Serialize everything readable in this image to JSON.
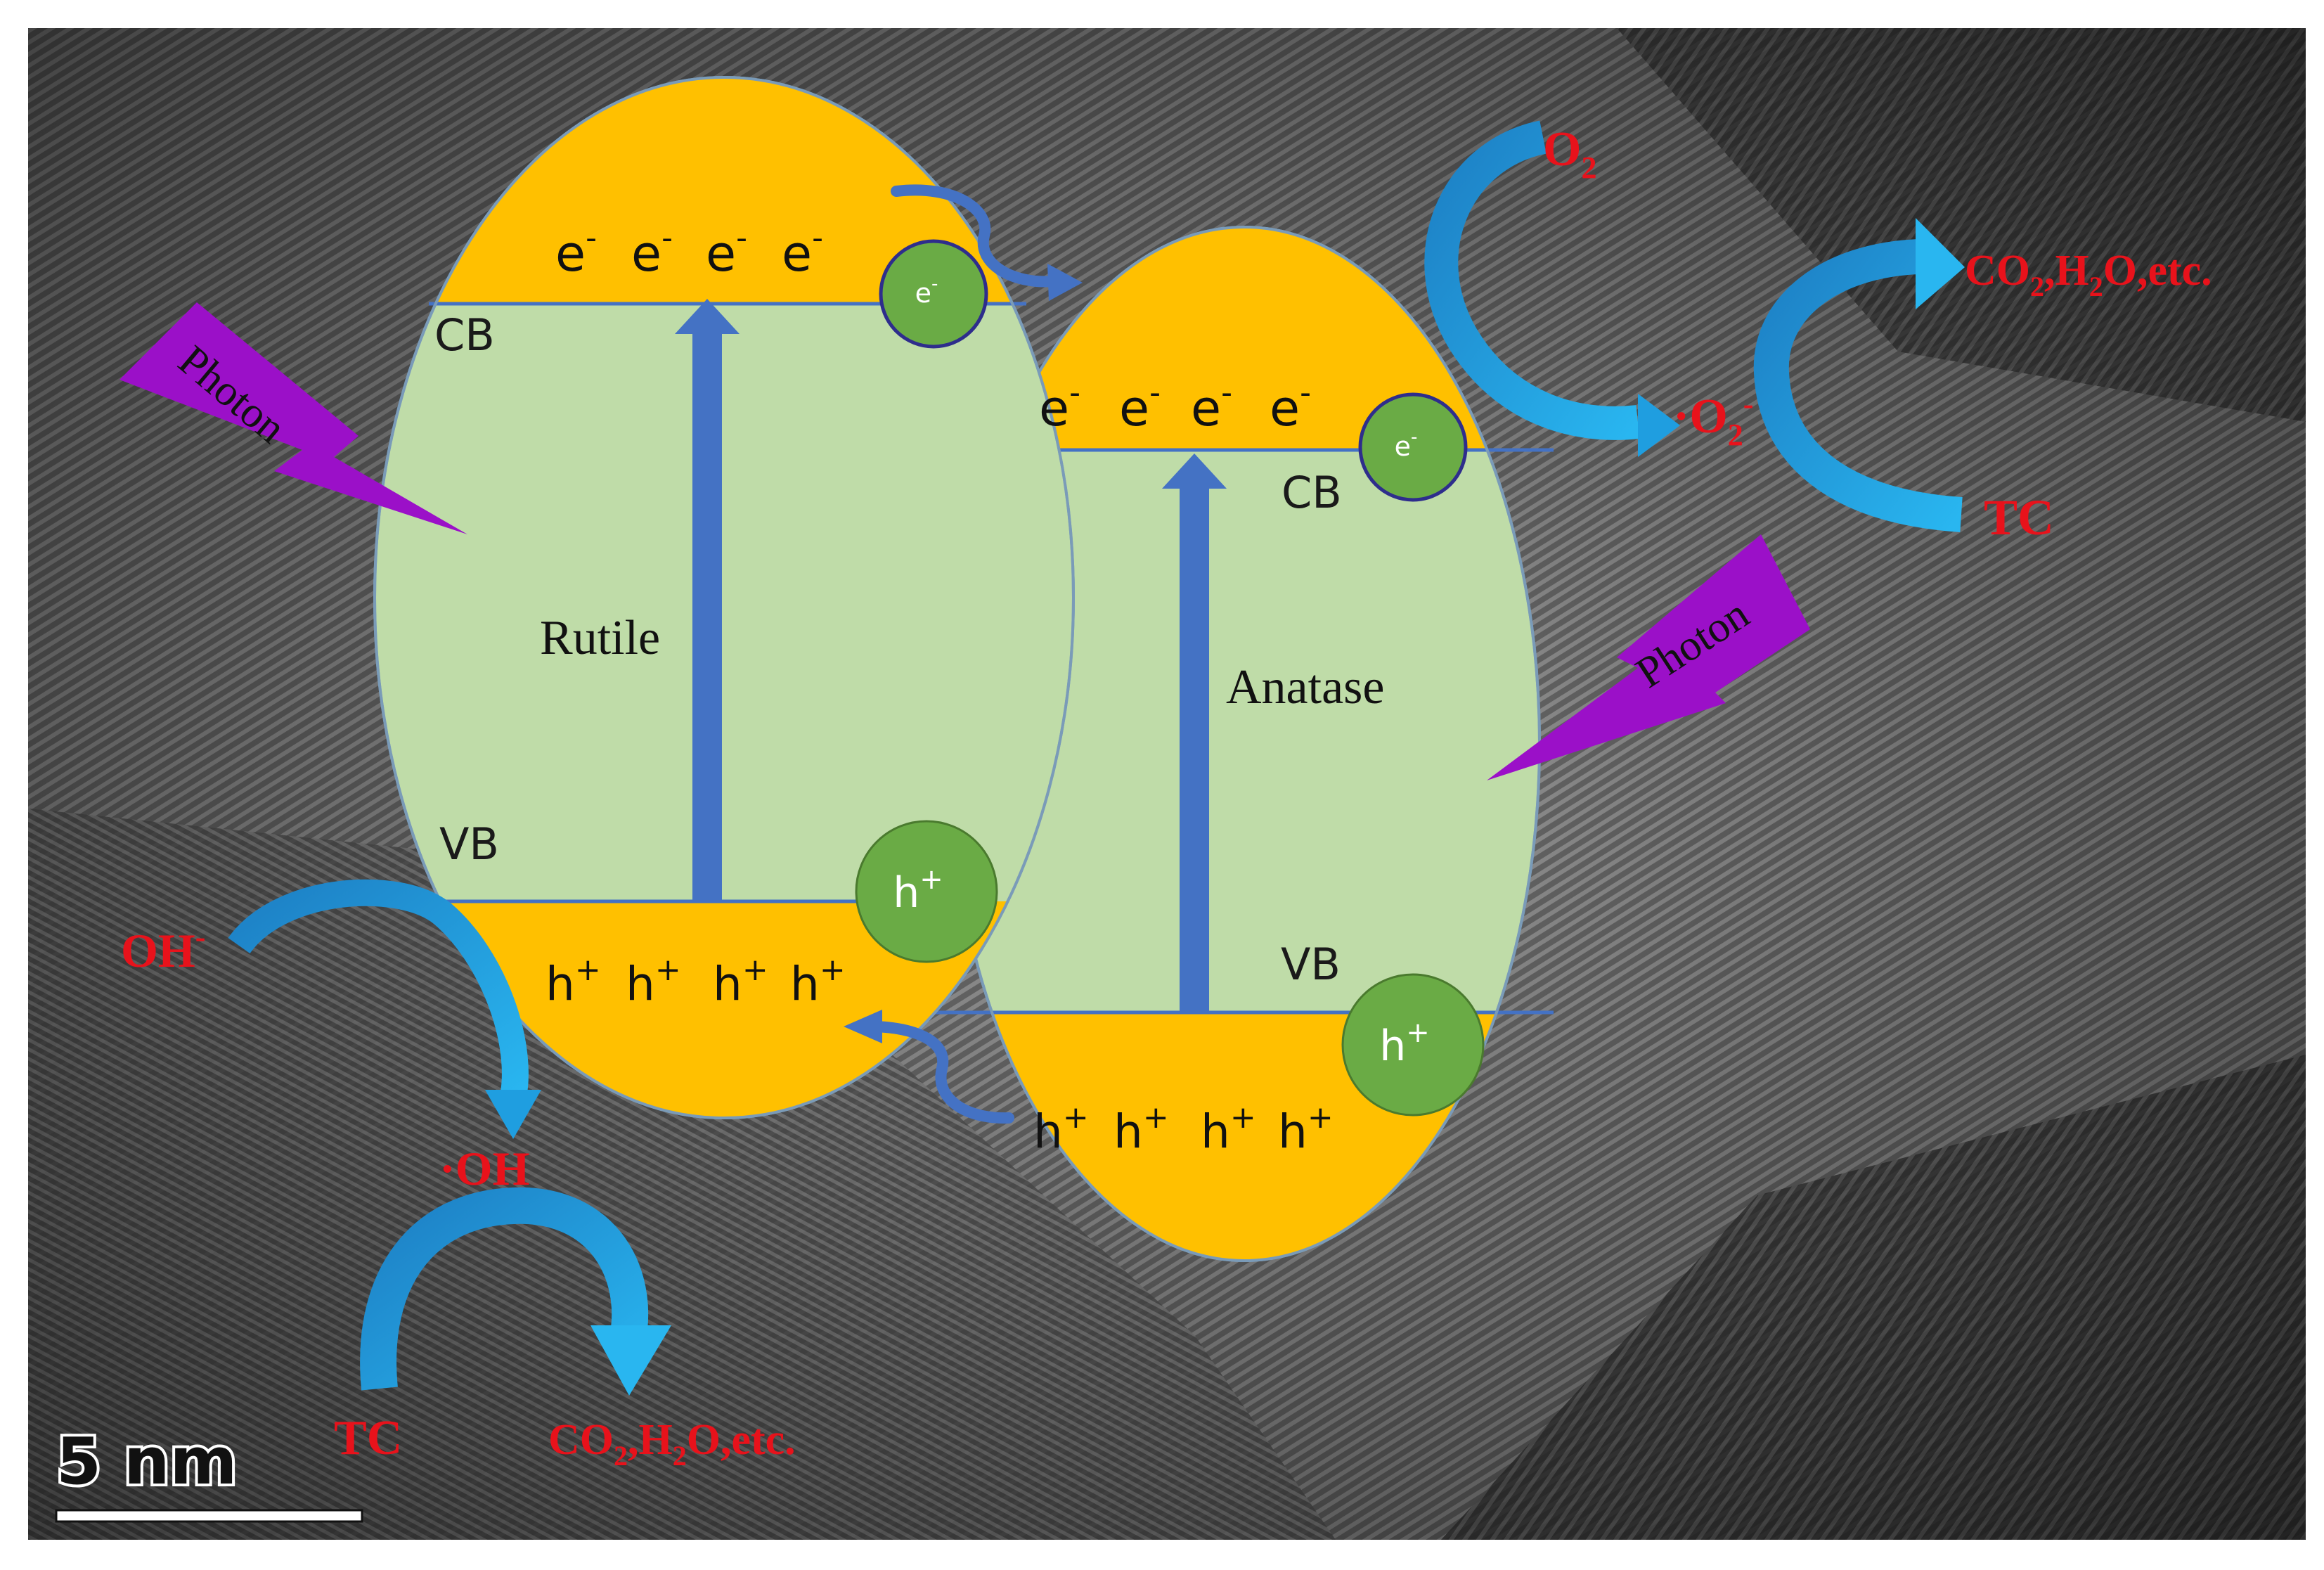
{
  "scale_bar": {
    "label": "5 nm"
  },
  "rutile": {
    "name": "Rutile",
    "cb_label": "CB",
    "vb_label": "VB",
    "electrons": [
      "e",
      "e",
      "e",
      "e"
    ],
    "holes": [
      "h",
      "h",
      "h",
      "h"
    ],
    "e_circle": "e",
    "h_circle": "h"
  },
  "anatase": {
    "name": "Anatase",
    "cb_label": "CB",
    "vb_label": "VB",
    "electrons": [
      "e",
      "e",
      "e",
      "e"
    ],
    "holes": [
      "h",
      "h",
      "h",
      "h"
    ],
    "e_circle": "e",
    "h_circle": "h"
  },
  "charges": {
    "minus": "-",
    "plus": "+"
  },
  "photon_left": "Photon",
  "photon_right": "Photon",
  "reactions": {
    "o2": {
      "base": "O",
      "sub": "2"
    },
    "superoxide": {
      "prefix": "·O",
      "sub": "2",
      "sup": "-"
    },
    "tc_right": "TC",
    "products_right": {
      "a": "CO",
      "a_sub": "2",
      "b": ",H",
      "b_sub": "2",
      "c": "O,etc."
    },
    "oh_minus": {
      "base": "OH",
      "sup": "-"
    },
    "oh_radical": "·OH",
    "tc_left": "TC",
    "products_left": {
      "a": "CO",
      "a_sub": "2",
      "b": ",H",
      "b_sub": "2",
      "c": "O,etc."
    }
  },
  "colors": {
    "band_orange": "#ffc000",
    "band_green": "#bfdca8",
    "circle_green": "#6aab45",
    "arrow_blue": "#4472c4",
    "curve_blue": "#1f9ee0",
    "photon_purple": "#9b10c8",
    "label_red": "#e8121b"
  }
}
